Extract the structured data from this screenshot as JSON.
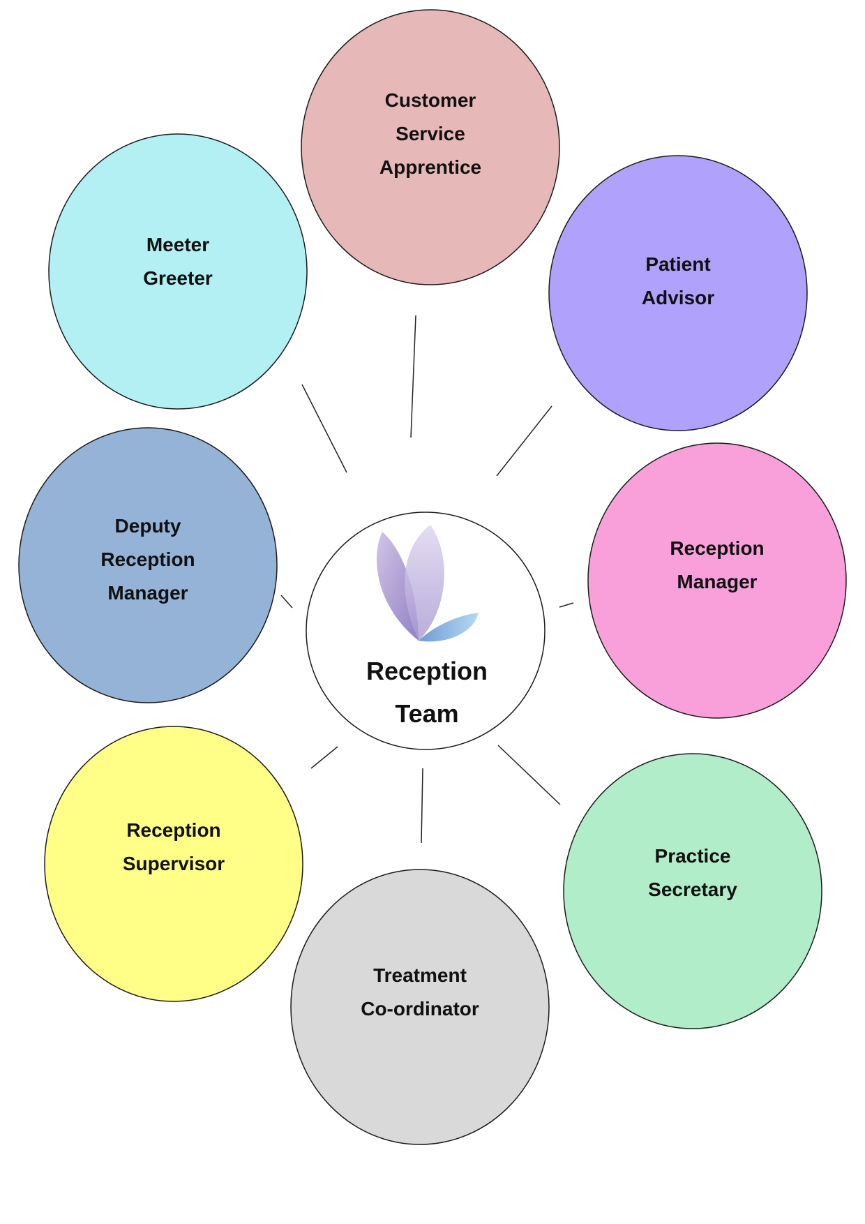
{
  "center": {
    "lines": [
      "Reception",
      "Team"
    ],
    "logo": "butterfly-logo"
  },
  "roles": [
    {
      "id": "customer-service-apprentice",
      "lines": [
        "Customer",
        "Service",
        "Apprentice"
      ],
      "color": "#e6b8b7"
    },
    {
      "id": "patient-advisor",
      "lines": [
        "Patient",
        "Advisor"
      ],
      "color": "#b0a2fc"
    },
    {
      "id": "reception-manager",
      "lines": [
        "Reception",
        "Manager"
      ],
      "color": "#f9a0da"
    },
    {
      "id": "practice-secretary",
      "lines": [
        "Practice",
        "Secretary"
      ],
      "color": "#b1edc9"
    },
    {
      "id": "treatment-co-ordinator",
      "lines": [
        "Treatment",
        "Co-ordinator"
      ],
      "color": "#d9d9d9"
    },
    {
      "id": "reception-supervisor",
      "lines": [
        "Reception",
        "Supervisor"
      ],
      "color": "#ffff88"
    },
    {
      "id": "deputy-reception-manager",
      "lines": [
        "Deputy",
        "Reception",
        "Manager"
      ],
      "color": "#95b3d7"
    },
    {
      "id": "meeter-greeter",
      "lines": [
        "Meeter",
        "Greeter"
      ],
      "color": "#b3f0f4"
    }
  ]
}
